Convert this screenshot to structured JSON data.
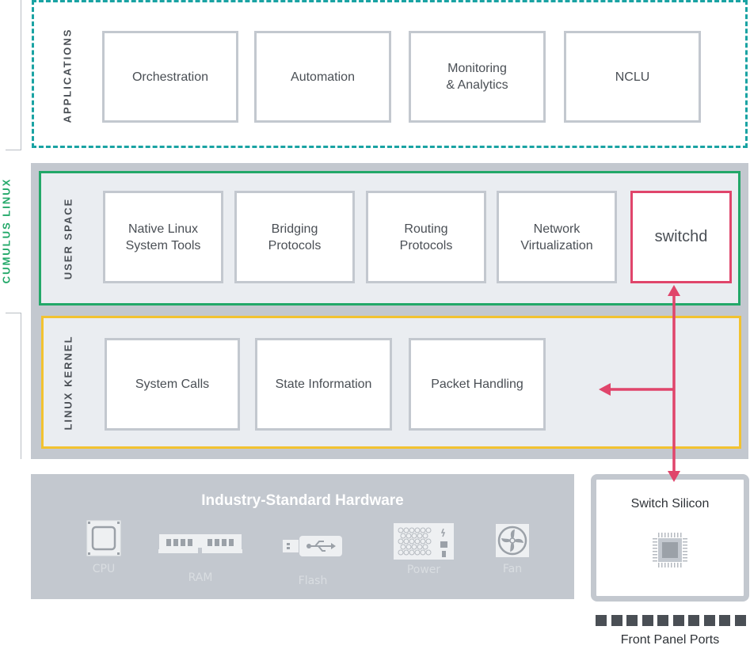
{
  "diagram_title_side": "CUMULUS LINUX",
  "applications": {
    "label": "APPLICATIONS",
    "items": [
      "Orchestration",
      "Automation",
      "Monitoring\n& Analytics",
      "NCLU"
    ]
  },
  "user_space": {
    "label": "USER SPACE",
    "items": [
      "Native Linux\nSystem Tools",
      "Bridging\nProtocols",
      "Routing\nProtocols",
      "Network\nVirtualization"
    ],
    "switchd": "switchd"
  },
  "linux_kernel": {
    "label": "LINUX KERNEL",
    "items": [
      "System Calls",
      "State Information",
      "Packet Handling"
    ]
  },
  "hardware": {
    "title": "Industry-Standard Hardware",
    "items": [
      {
        "label": "CPU",
        "icon": "cpu-icon"
      },
      {
        "label": "RAM",
        "icon": "ram-icon"
      },
      {
        "label": "Flash",
        "icon": "usb-flash-icon"
      },
      {
        "label": "Power",
        "icon": "power-supply-icon"
      },
      {
        "label": "Fan",
        "icon": "fan-icon"
      }
    ]
  },
  "switch_silicon": {
    "label": "Switch Silicon",
    "icon": "chip-icon"
  },
  "front_panel": {
    "label": "Front Panel Ports",
    "port_count": 10
  },
  "colors": {
    "applications_border": "#1aa3a3",
    "user_space_border": "#22a868",
    "kernel_border": "#f2c230",
    "switchd_border": "#e0456b",
    "arrow": "#e0456b",
    "panel_gray": "#c3c8cf",
    "box_border": "#c3c8cf"
  }
}
